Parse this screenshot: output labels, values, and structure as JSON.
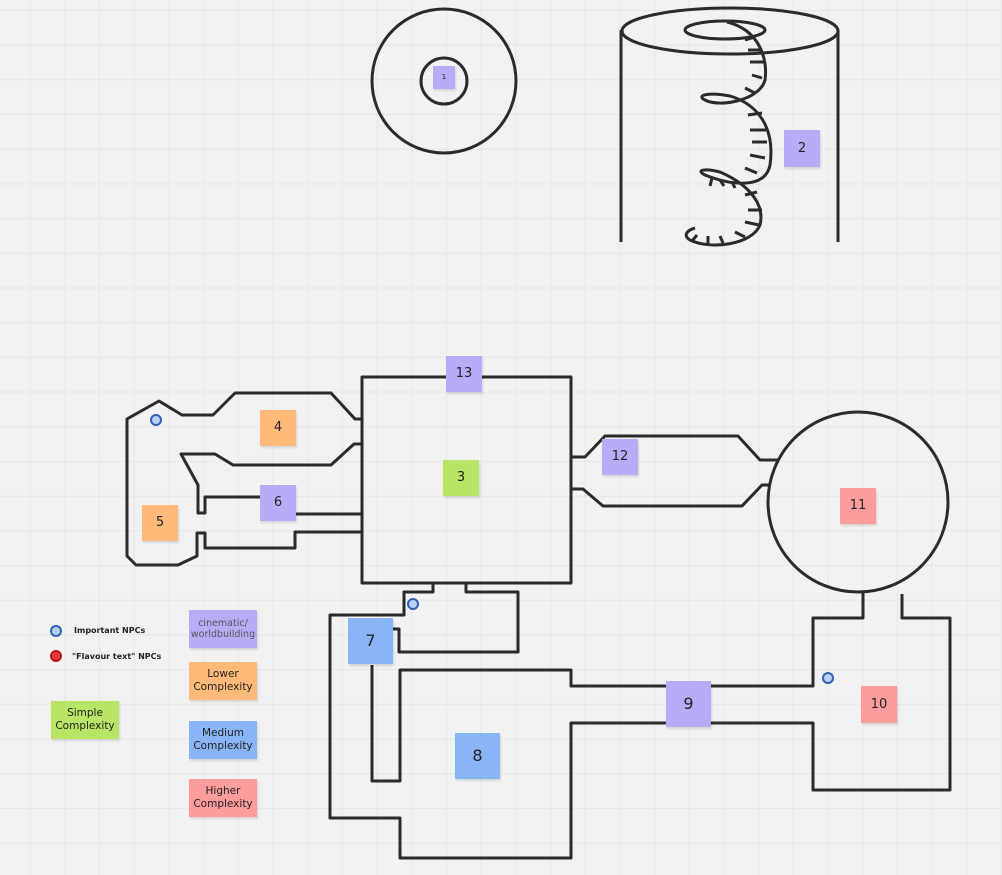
{
  "notes": {
    "n1": "1",
    "n2": "2",
    "n3": "3",
    "n4": "4",
    "n5": "5",
    "n6": "6",
    "n7": "7",
    "n8": "8",
    "n9": "9",
    "n10": "10",
    "n11": "11",
    "n12": "12",
    "n13": "13"
  },
  "legend": {
    "important_npcs": "Important NPCs",
    "flavour_npcs": "\"Flavour text\" NPCs",
    "cinematic": "cinematic/ worldbuilding",
    "lower": "Lower Complexity",
    "simple": "Simple Complexity",
    "medium": "Medium Complexity",
    "higher": "Higher Complexity"
  },
  "colors": {
    "cinematic": "#b9acf7",
    "lower": "#ffb978",
    "simple": "#b9e566",
    "medium": "#89b4f5",
    "higher": "#fd9c9c",
    "important_npc": "#2f5fb5",
    "flavour_npc": "#e83535"
  }
}
